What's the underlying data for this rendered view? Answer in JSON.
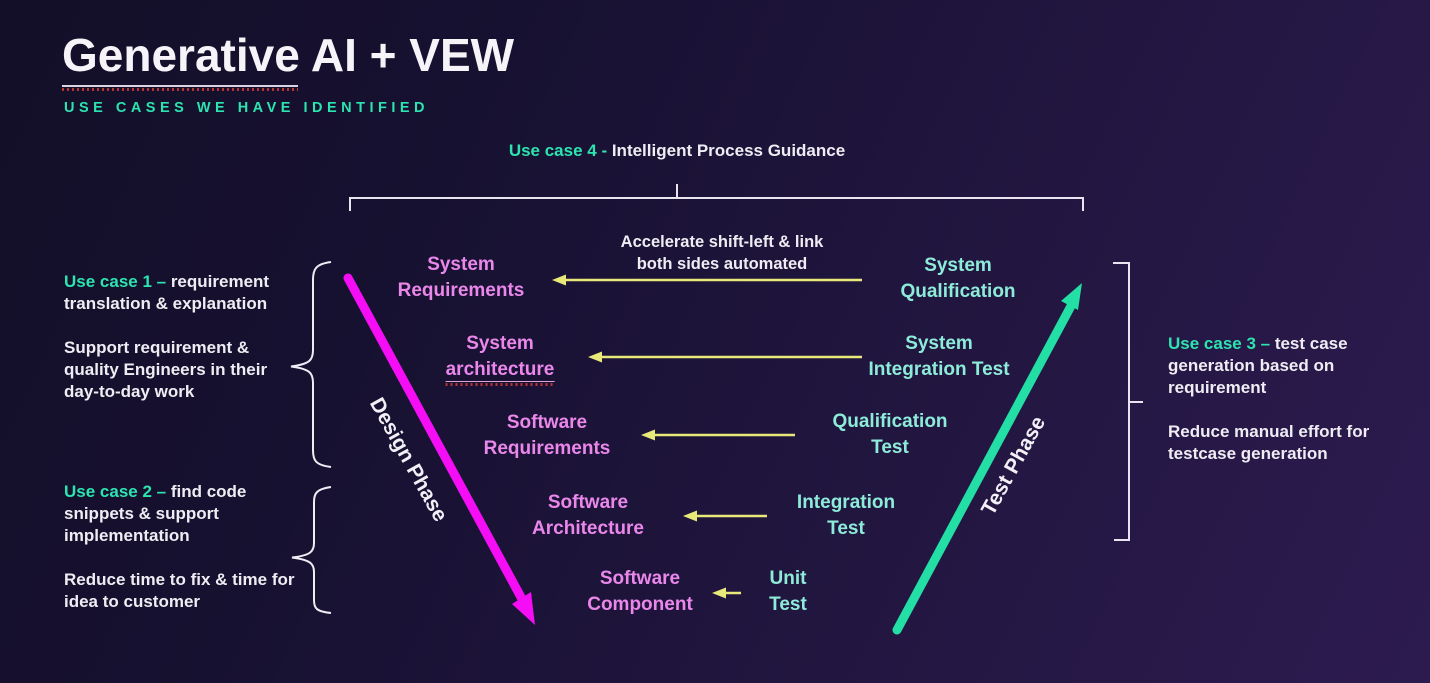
{
  "slide": {
    "title_word": "Generative",
    "title_rest": " AI + VEW",
    "subtitle": "USE CASES WE HAVE IDENTIFIED"
  },
  "use_case_4": {
    "label": "Use case 4 -",
    "text": " Intelligent Process Guidance"
  },
  "notes": {
    "use_case_1": {
      "label": "Use case 1 –",
      "headline": " requirement translation & explanation",
      "detail": "Support requirement & quality Engineers in their day-to-day work"
    },
    "use_case_2": {
      "label": "Use case 2 –",
      "headline": " find code snippets & support implementation",
      "detail": "Reduce time to fix & time for idea to customer"
    },
    "use_case_3": {
      "label": "Use case 3 –",
      "headline": " test case generation based on requirement",
      "detail": "Reduce manual effort for testcase generation"
    }
  },
  "vmodel": {
    "design_phase": "Design Phase",
    "test_phase": "Test Phase",
    "arrow_note": {
      "line1": "Accelerate shift-left & link",
      "line2": "both sides automated"
    },
    "left_items": [
      {
        "line1": "System",
        "line2": "Requirements"
      },
      {
        "line1": "System",
        "line2": "architecture"
      },
      {
        "line1": "Software",
        "line2": "Requirements"
      },
      {
        "line1": "Software",
        "line2": "Architecture"
      },
      {
        "line1": "Software",
        "line2": "Component"
      }
    ],
    "right_items": [
      {
        "line1": "System",
        "line2": "Qualification"
      },
      {
        "line1": "System",
        "line2": "Integration Test"
      },
      {
        "line1": "Qualification",
        "line2": "Test"
      },
      {
        "line1": "Integration",
        "line2": "Test"
      },
      {
        "line1": "Unit",
        "line2": "Test"
      }
    ]
  },
  "colors": {
    "accent_teal": "#2ce4b0",
    "item_magenta": "#ea87ea",
    "item_teal": "#8debd9",
    "arrow_yellow": "#e9e97a",
    "arrow_magenta": "#f50df5",
    "arrow_teal": "#23dfa5",
    "bracket": "#e9e5f0"
  }
}
